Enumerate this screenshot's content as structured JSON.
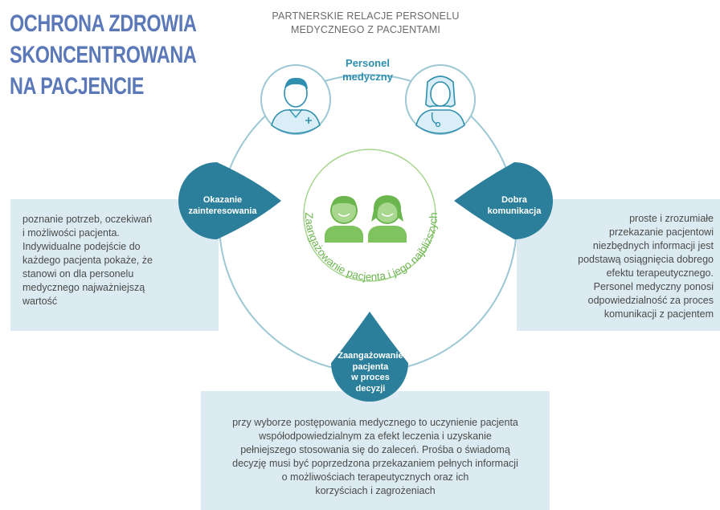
{
  "title_lines": [
    "OCHRONA ZDROWIA",
    "SKONCENTROWANA",
    "NA PACJENCIE"
  ],
  "subtitle_lines": [
    "PARTNERSKIE RELACJE PERSONELU",
    "MEDYCZNEGO Z PACJENTAMI"
  ],
  "personnel_label_lines": [
    "Personel",
    "medyczny"
  ],
  "center_arc_text": "Zaangażowanie pacjenta i jego najbliższych",
  "drops": {
    "left": [
      "Okazanie",
      "zainteresowania"
    ],
    "right": [
      "Dobra",
      "komunikacja"
    ],
    "bottom": [
      "Zaangażowanie",
      "pacjenta",
      "w proces",
      "decyzji"
    ]
  },
  "boxes": {
    "left": [
      "poznanie potrzeb, oczekiwań",
      "i możliwości pacjenta.",
      "Indywidualne podejście do",
      "każdego pacjenta pokaże, że",
      "stanowi on dla personelu",
      "medycznego najważniejszą",
      "wartość"
    ],
    "right": [
      "proste i zrozumiałe",
      "przekazanie pacjentowi",
      "niezbędnych informacji jest",
      "podstawą osiągnięcia dobrego",
      "efektu terapeutycznego.",
      "Personel medyczny ponosi",
      "odpowiedzialność za proces",
      "komunikacji z pacjentem"
    ],
    "bottom": [
      "przy wyborze postępowania medycznego to uczynienie pacjenta",
      "współodpowiedzialnym za efekt leczenia i uzyskanie",
      "pełniejszego stosowania się do zaleceń. Prośba o świadomą",
      "decyzję musi być poprzedzona przekazaniem pełnych informacji",
      "o możliwościach terapeutycznych oraz ich",
      "korzyściach i zagrożeniach"
    ]
  },
  "icons": {
    "doctor_male": "male-doctor-icon",
    "doctor_female": "female-doctor-icon",
    "patients": "patients-pair-icon"
  },
  "colors": {
    "title": "#5b79b8",
    "teal": "#2e8fae",
    "drop": "#2b7f9b",
    "green": "#6cb64f",
    "box": "#dcebf1",
    "ring": "#9cc7d5"
  }
}
